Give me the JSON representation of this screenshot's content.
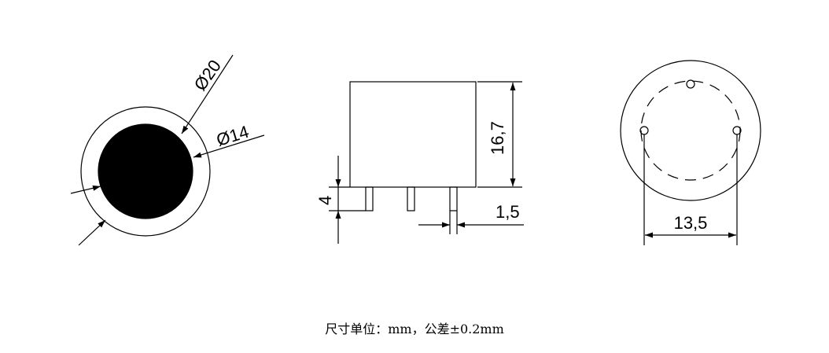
{
  "colors": {
    "line": "#000000",
    "fill": "#000000",
    "background": "#ffffff"
  },
  "top_view": {
    "outer_diameter_label": "Ø20",
    "inner_diameter_label": "Ø14"
  },
  "side_view": {
    "height_label": "16,7",
    "pin_length_label": "4",
    "pin_width_label": "1,5"
  },
  "bottom_view": {
    "pin_spacing_label": "13,5"
  },
  "caption": "尺寸单位：mm，公差±0.2mm"
}
